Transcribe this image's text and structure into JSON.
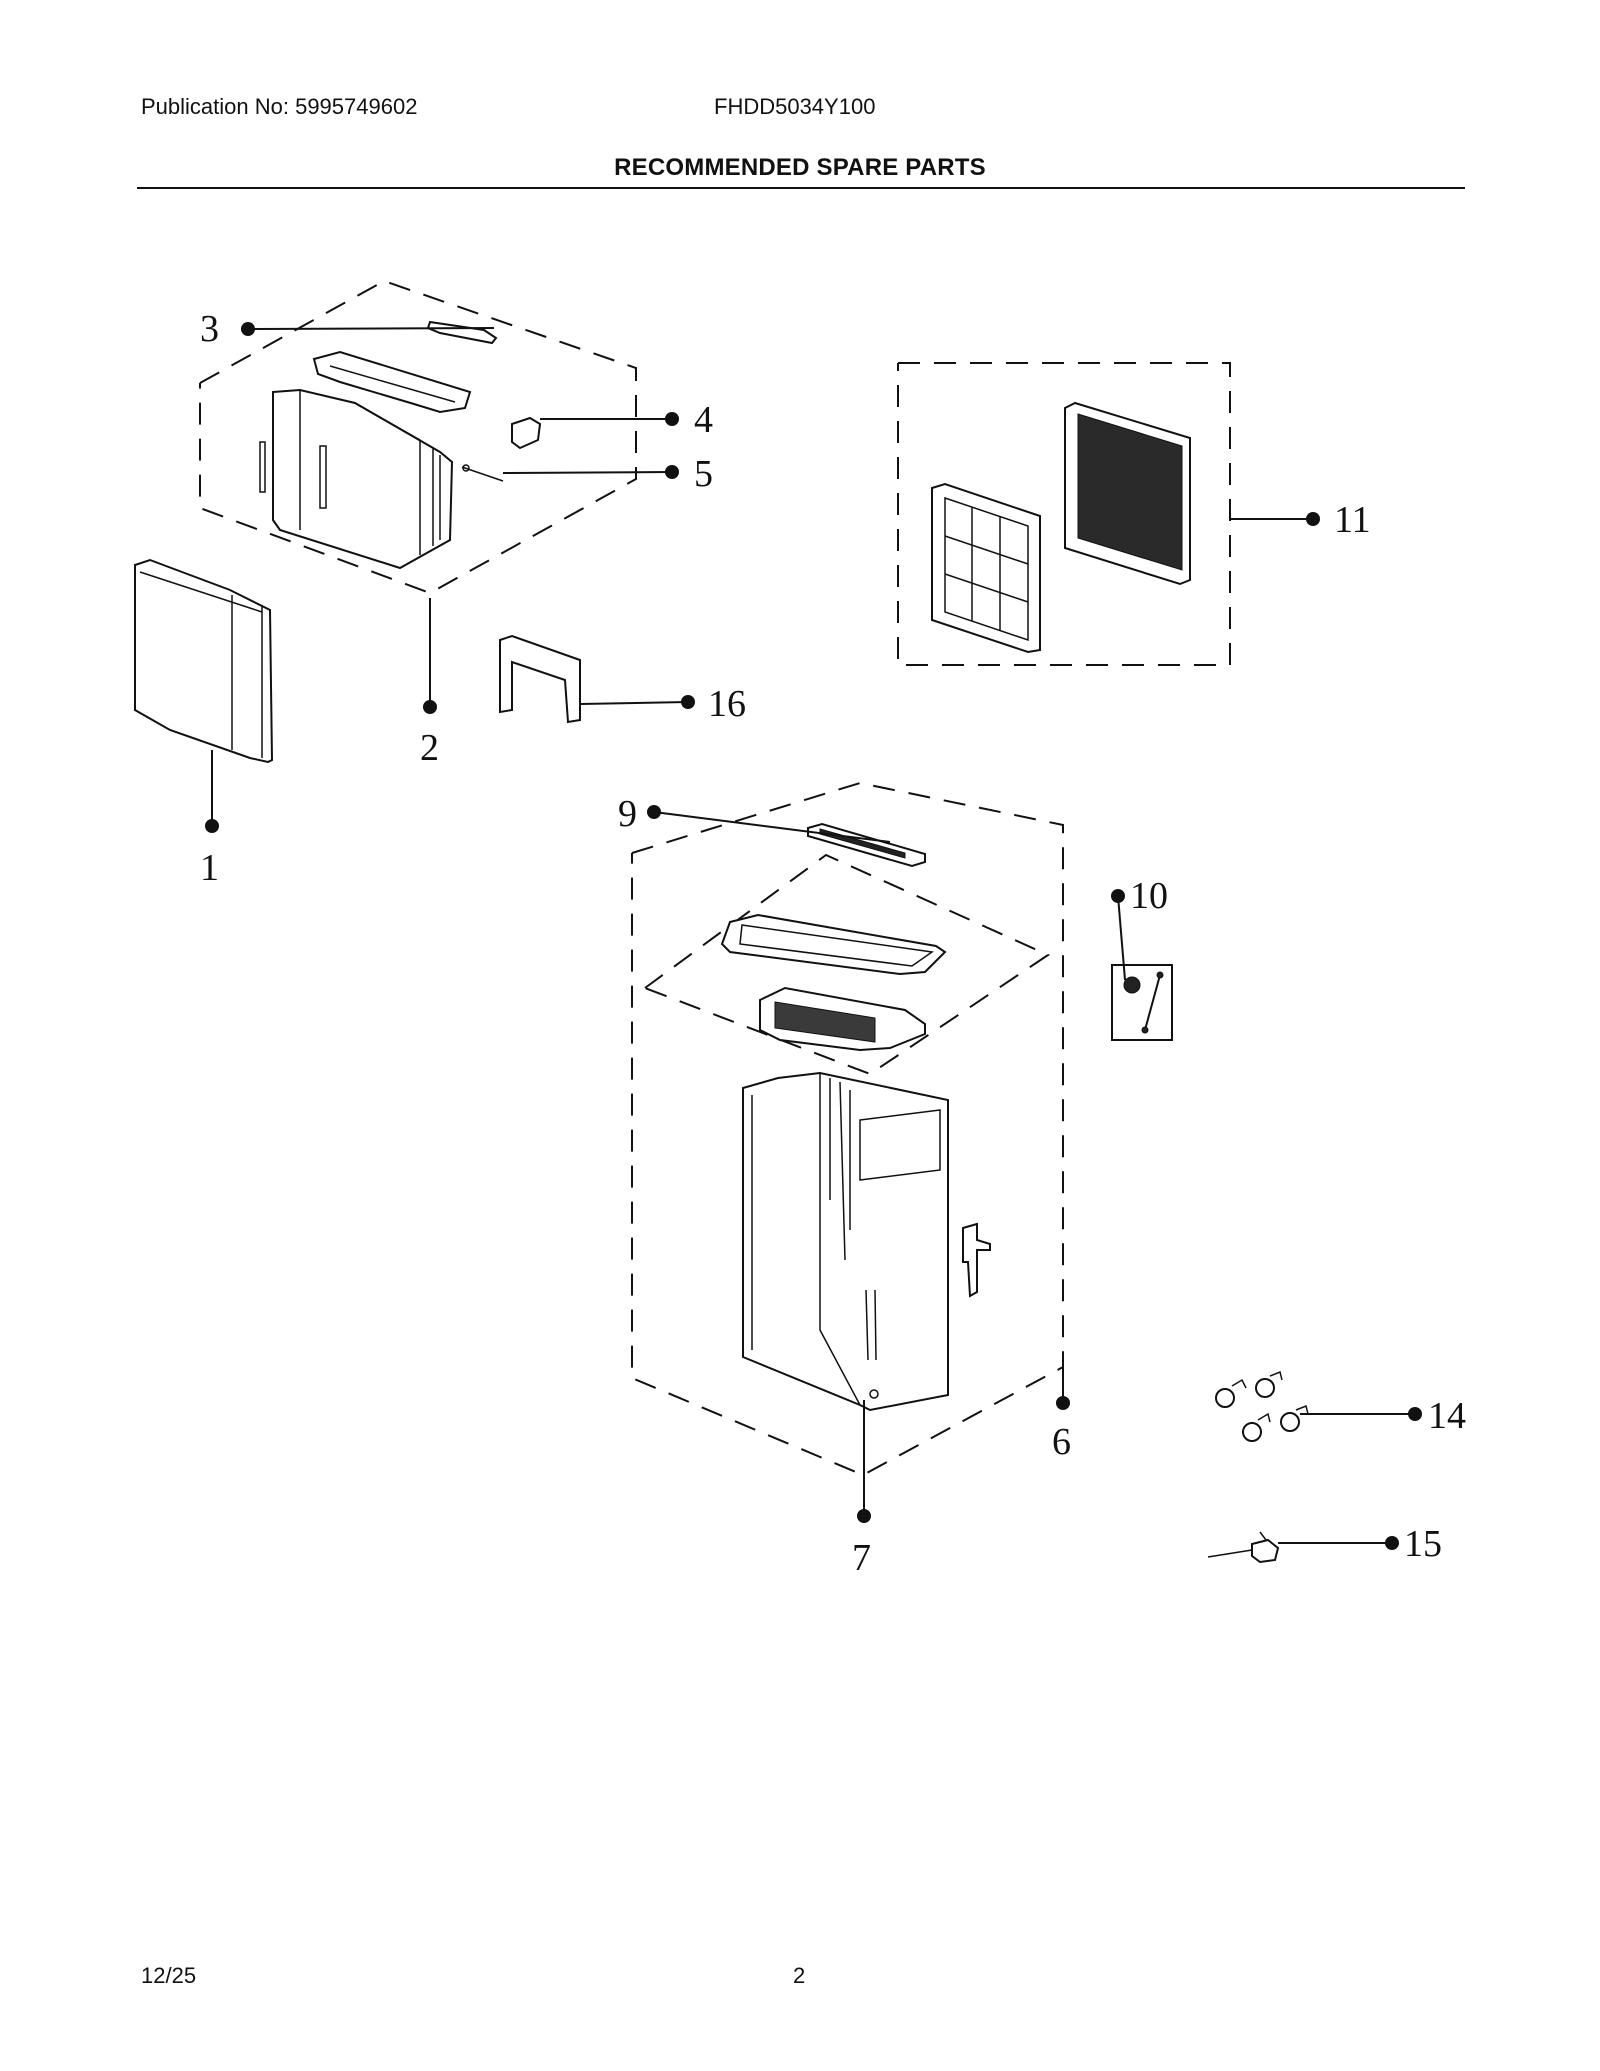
{
  "header": {
    "publication": "Publication No: 5995749602",
    "model": "FHDD5034Y100",
    "title": "RECOMMENDED SPARE PARTS"
  },
  "footer": {
    "date": "12/25",
    "page": "2"
  },
  "callouts": {
    "c1": "1",
    "c2": "2",
    "c3": "3",
    "c4": "4",
    "c5": "5",
    "c6": "6",
    "c7": "7",
    "c9": "9",
    "c10": "10",
    "c11": "11",
    "c14": "14",
    "c15": "15",
    "c16": "16"
  }
}
